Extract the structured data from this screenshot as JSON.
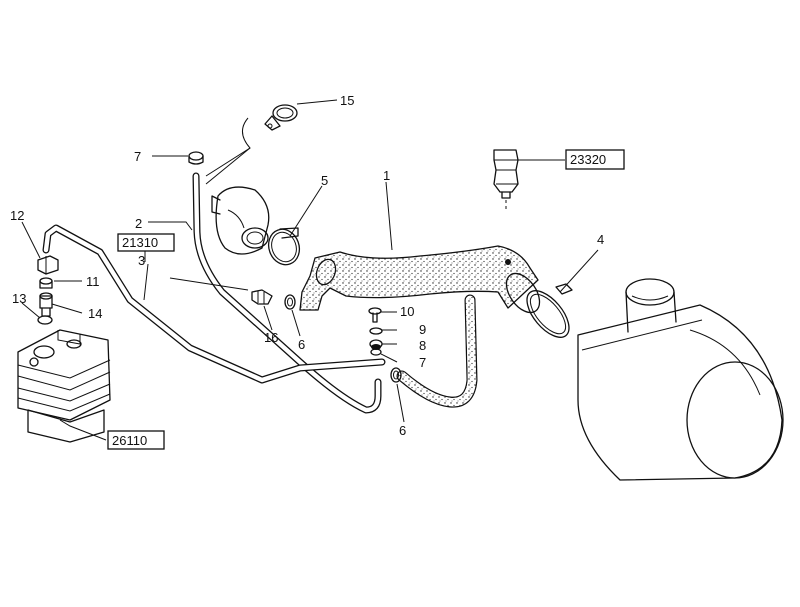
{
  "diagram": {
    "callouts": {
      "c1": "1",
      "c2": "2",
      "c3": "3",
      "c4": "4",
      "c5": "5",
      "c6a": "6",
      "c6b": "6",
      "c7a": "7",
      "c7b": "7",
      "c8": "8",
      "c9": "9",
      "c10": "10",
      "c11": "11",
      "c12": "12",
      "c13": "13",
      "c14": "14",
      "c15": "15",
      "c16": "16"
    },
    "references": {
      "r21310": "21310",
      "r23320": "23320",
      "r26110": "26110"
    }
  }
}
